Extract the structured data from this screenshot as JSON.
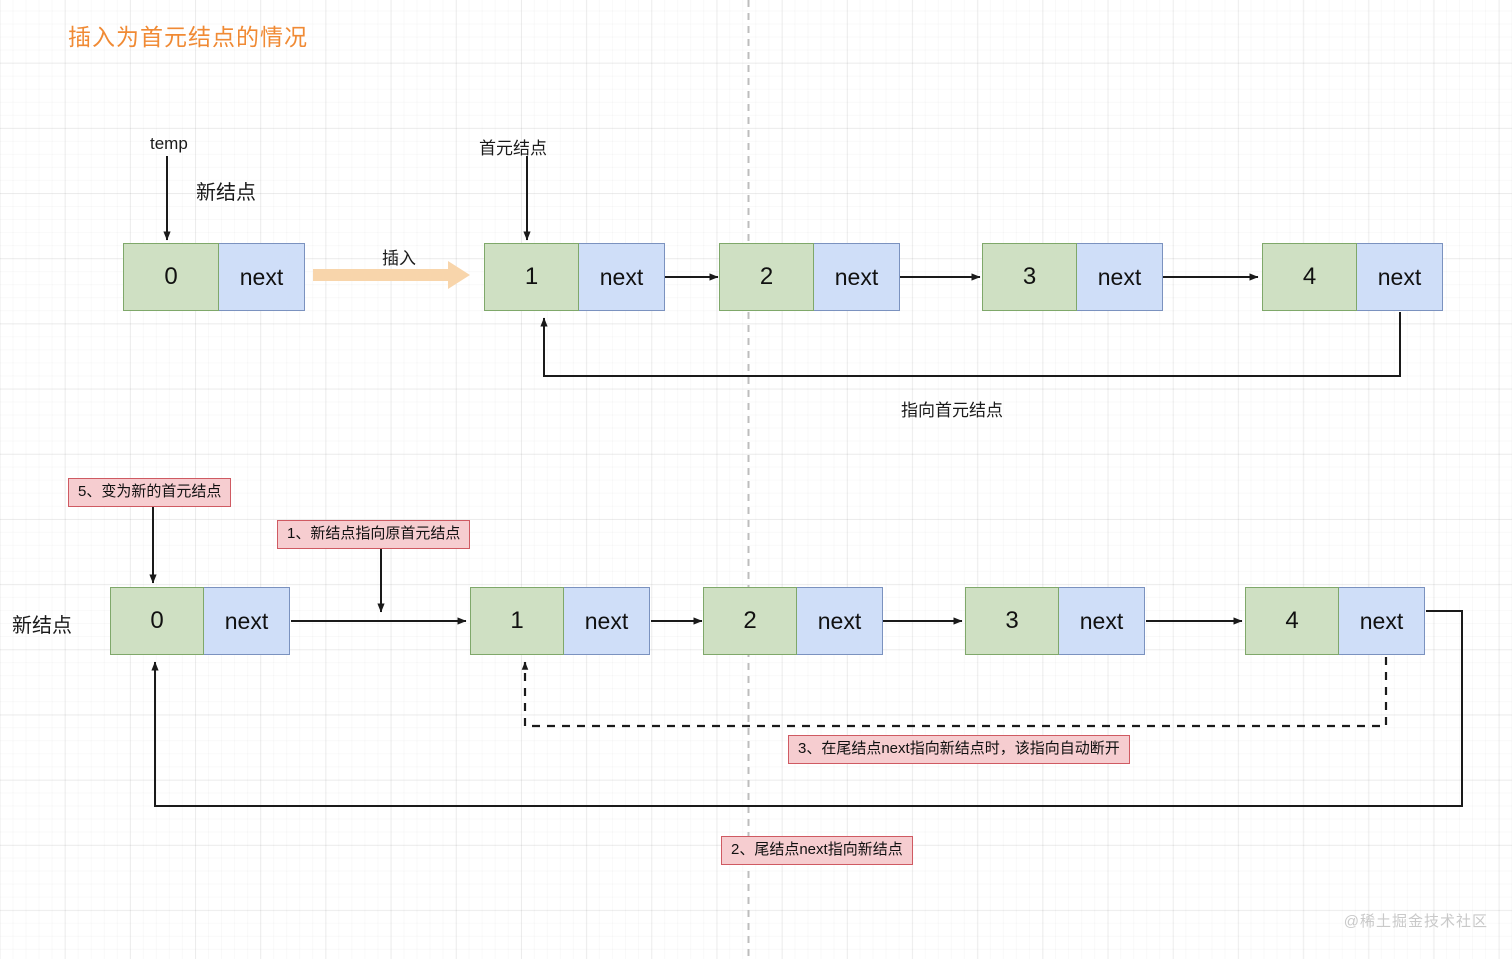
{
  "title": "插入为首元结点的情况",
  "accent_color": "#f08a34",
  "node_value_color": "#cfe0c3",
  "node_next_color": "#cfdef8",
  "annotation_color": "#f6cdd0",
  "next_label": "next",
  "row1": {
    "temp_label": "temp",
    "new_node_label": "新结点",
    "insert_label": "插入",
    "first_node_label": "首元结点",
    "loop_label": "指向首元结点",
    "new_node": {
      "value": "0",
      "next": "next"
    },
    "nodes": [
      {
        "value": "1",
        "next": "next"
      },
      {
        "value": "2",
        "next": "next"
      },
      {
        "value": "3",
        "next": "next"
      },
      {
        "value": "4",
        "next": "next"
      }
    ]
  },
  "row2": {
    "side_label": "新结点",
    "annotations": {
      "step5": "5、变为新的首元结点",
      "step1": "1、新结点指向原首元结点",
      "step3": "3、在尾结点next指向新结点时，该指向自动断开",
      "step2": "2、尾结点next指向新结点"
    },
    "nodes": [
      {
        "value": "0",
        "next": "next"
      },
      {
        "value": "1",
        "next": "next"
      },
      {
        "value": "2",
        "next": "next"
      },
      {
        "value": "3",
        "next": "next"
      },
      {
        "value": "4",
        "next": "next"
      }
    ]
  },
  "watermark": "@稀土掘金技术社区"
}
